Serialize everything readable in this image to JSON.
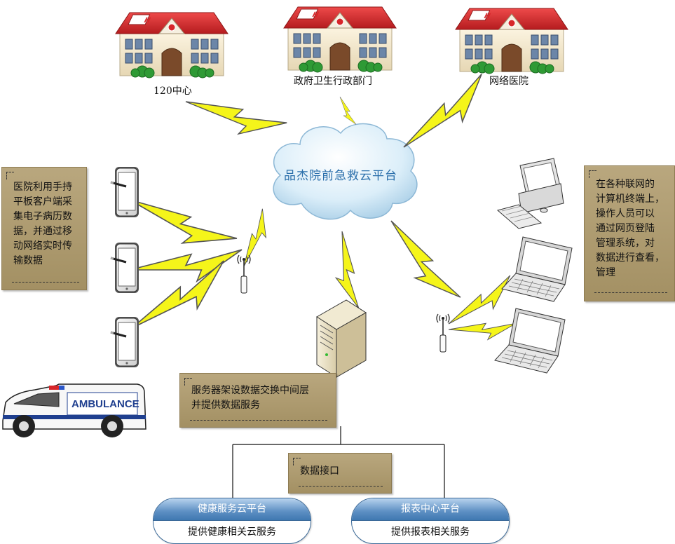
{
  "nodes": {
    "center_120": "120中心",
    "gov_health_dept": "政府卫生行政部门",
    "network_hospital": "网络医院"
  },
  "cloud_label": "品杰院前急救云平台",
  "ambulance_text": "AMBULANCE",
  "notes": {
    "left_lines": [
      "医院利用手持",
      "平板客户端采",
      "集电子病历数",
      "据，并通过移",
      "动网络实时传",
      "输数据"
    ],
    "right_lines": [
      "在各种联网的",
      "计算机终端上，",
      "操作人员可以",
      "通过网页登陆",
      "管理系统，对",
      "数据进行查看，",
      "管理"
    ],
    "server_lines": [
      "服务器架设数据交换中间层",
      "并提供数据服务"
    ],
    "data_interface": "数据接口"
  },
  "platforms": [
    {
      "title": "健康服务云平台",
      "desc": "提供健康相关云服务"
    },
    {
      "title": "报表中心平台",
      "desc": "提供报表相关服务"
    }
  ],
  "colors": {
    "lightning": "#f5f51a",
    "note_bg": "#ab9868",
    "pill_blue": "#4f86bd",
    "cloud": "#cfe6f5",
    "roof_red": "#d7262a"
  }
}
